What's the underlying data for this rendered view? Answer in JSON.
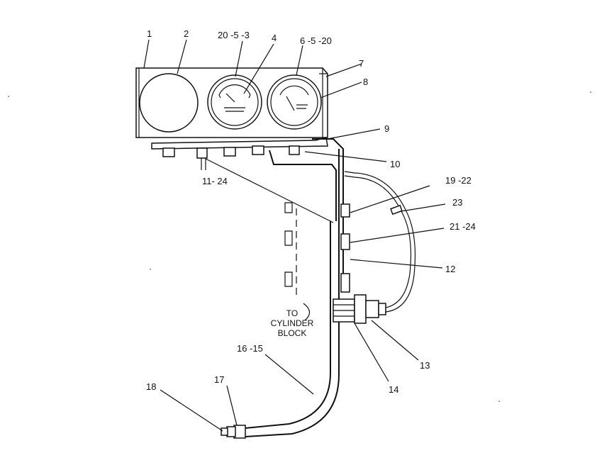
{
  "diagram": {
    "note_lines": [
      "TO",
      "CYLINDER",
      "BLOCK"
    ],
    "callouts": {
      "c1": "1",
      "c2": "2",
      "c3": "20 -5 -3",
      "c4": "4",
      "c5": "6 -5 -20",
      "c7": "7",
      "c8": "8",
      "c9": "9",
      "c10": "10",
      "c11": "11- 24",
      "c19": "19 -22",
      "c23": "23",
      "c21": "21 -24",
      "c12": "12",
      "c13": "13",
      "c14": "14",
      "c16": "16 -15",
      "c17": "17",
      "c18": "18"
    }
  }
}
